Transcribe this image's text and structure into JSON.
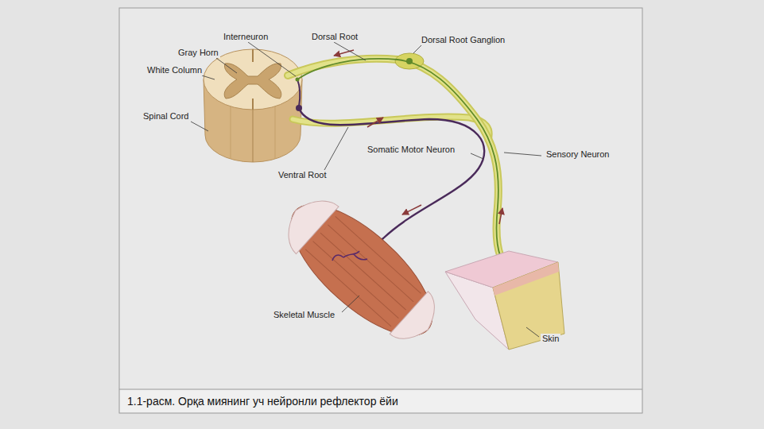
{
  "diagram": {
    "caption": "1.1-расм. Орқа миянинг уч нейронли рефлектор ёйи",
    "labels": [
      "Interneuron",
      "Dorsal Root",
      "Dorsal Root Ganglion",
      "Gray Horn",
      "White Column",
      "Spinal Cord",
      "Somatic Motor Neuron",
      "Sensory Neuron",
      "Ventral Root",
      "Skeletal Muscle",
      "Skin"
    ]
  }
}
